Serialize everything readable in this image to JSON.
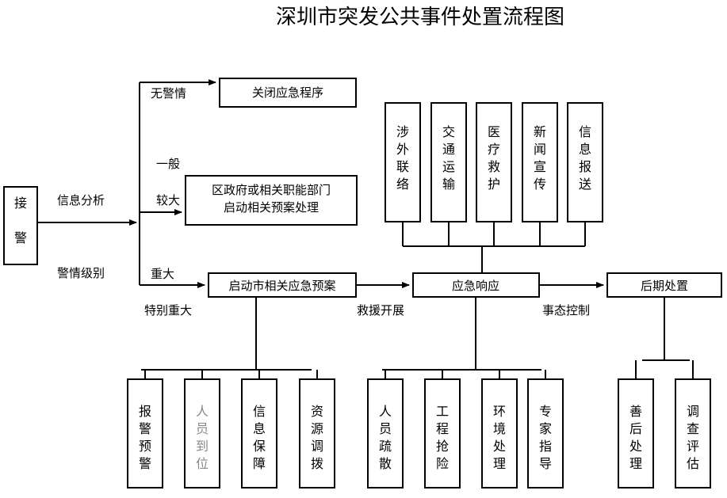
{
  "title": "深圳市突发公共事件处置流程图",
  "receive_box": "接警",
  "labels": {
    "info_analysis": "信息分析",
    "alarm_level": "警情级别",
    "no_alarm": "无警情",
    "general": "一般",
    "larger": "较大",
    "major": "重大",
    "especially_major": "特别重大",
    "rescue": "救援开展",
    "situation_control": "事态控制"
  },
  "boxes": {
    "close_program": "关闭应急程序",
    "district_line1": "区政府或相关职能部门",
    "district_line2": "启动相关预案处理",
    "start_plan": "启动市相关应急预案",
    "response": "应急响应",
    "aftermath": "后期处置"
  },
  "top_branches": [
    "涉外联络",
    "交通运输",
    "医疗救护",
    "新闻宣传",
    "信息报送"
  ],
  "plan_branches": [
    "报警预警",
    "人员到位",
    "信息保障",
    "资源调拨"
  ],
  "response_branches": [
    "人员疏散",
    "工程抢险",
    "环境处理",
    "专家指导"
  ],
  "aftermath_branches": [
    "善后处理",
    "调查评估"
  ]
}
